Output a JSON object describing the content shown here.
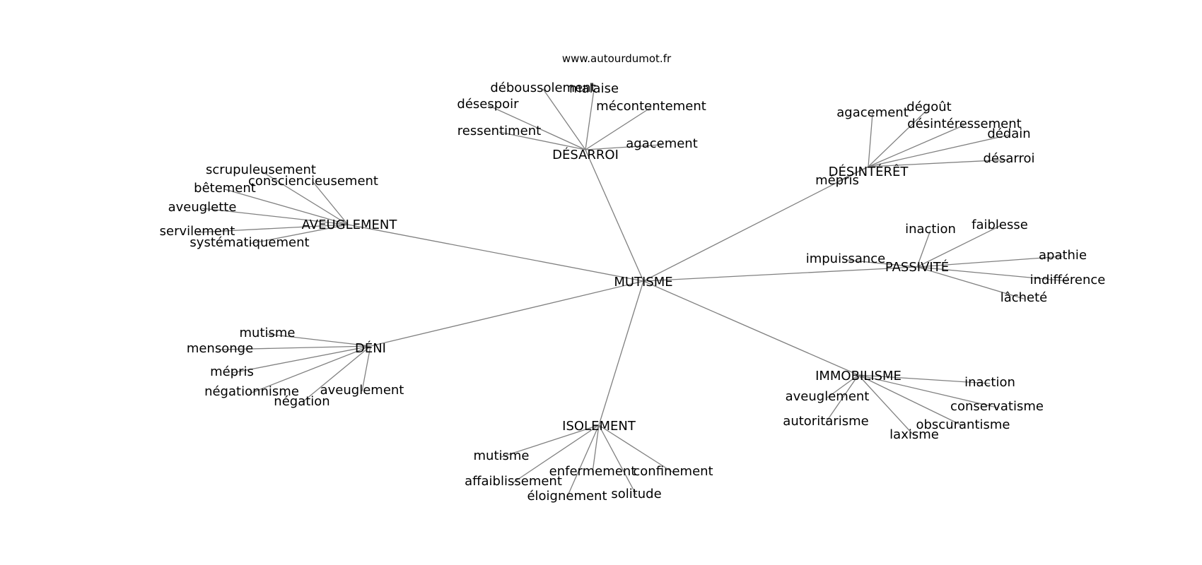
{
  "source": "www.autourdumot.fr",
  "center": "MUTISME",
  "clusters": [
    {
      "id": "desarroi",
      "label": "DÉSARROI",
      "children": [
        "déboussolement",
        "malaise",
        "désespoir",
        "mécontentement",
        "ressentiment",
        "agacement"
      ]
    },
    {
      "id": "desinteret",
      "label": "DÉSINTÉRÊT",
      "children": [
        "agacement",
        "dégoût",
        "désintéressement",
        "dédain",
        "désarroi",
        "mépris"
      ]
    },
    {
      "id": "aveuglement",
      "label": "AVEUGLEMENT",
      "children": [
        "scrupuleusement",
        "consciencieusement",
        "bêtement",
        "aveuglette",
        "servilement",
        "systématiquement"
      ]
    },
    {
      "id": "passivite",
      "label": "PASSIVITÉ",
      "children": [
        "inaction",
        "faiblesse",
        "impuissance",
        "apathie",
        "indifférence",
        "lâcheté"
      ]
    },
    {
      "id": "deni",
      "label": "DÉNI",
      "children": [
        "mutisme",
        "mensonge",
        "mépris",
        "négationnisme",
        "aveuglement",
        "négation"
      ]
    },
    {
      "id": "immobilisme",
      "label": "IMMOBILISME",
      "children": [
        "inaction",
        "aveuglement",
        "conservatisme",
        "autoritarisme",
        "obscurantisme",
        "laxisme"
      ]
    },
    {
      "id": "isolement",
      "label": "ISOLEMENT",
      "children": [
        "mutisme",
        "affaiblissement",
        "enfermement",
        "confinement",
        "éloignement",
        "solitude"
      ]
    }
  ]
}
